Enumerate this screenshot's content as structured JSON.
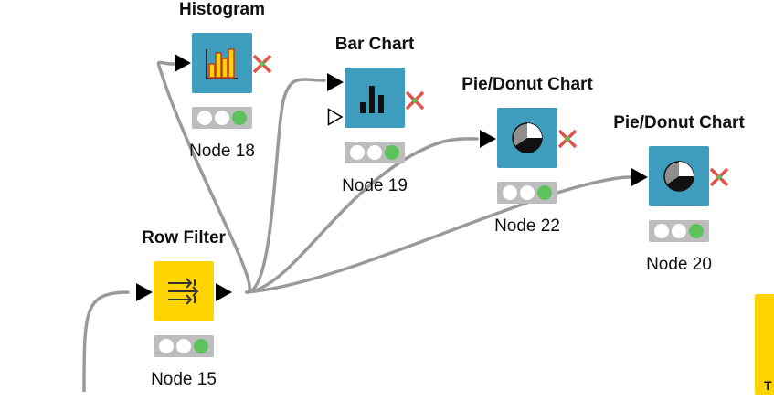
{
  "workflow": {
    "nodes": [
      {
        "id": "node18",
        "title": "Histogram",
        "label": "Node 18",
        "type": "histogram",
        "icon": "histogram-icon",
        "status": "executed-ready"
      },
      {
        "id": "node19",
        "title": "Bar Chart",
        "label": "Node 19",
        "type": "bar-chart",
        "icon": "bar-chart-icon",
        "status": "executed-ready"
      },
      {
        "id": "node22",
        "title": "Pie/Donut Chart",
        "label": "Node 22",
        "type": "pie-chart",
        "icon": "pie-chart-icon",
        "status": "executed-ready"
      },
      {
        "id": "node20",
        "title": "Pie/Donut Chart",
        "label": "Node 20",
        "type": "pie-chart",
        "icon": "pie-chart-icon",
        "status": "executed-ready"
      },
      {
        "id": "node15",
        "title": "Row Filter",
        "label": "Node 15",
        "type": "row-filter",
        "icon": "row-filter-icon",
        "status": "executed-ready"
      }
    ],
    "partial_node_fragment": "T",
    "colors": {
      "viz_node": "#3e9cbd",
      "manipulator_node": "#ffd400",
      "status_bg": "#bdbdbd",
      "status_green": "#5cc35c",
      "connection": "#9a9a9a",
      "no_view_mark": "#e0524a"
    }
  }
}
